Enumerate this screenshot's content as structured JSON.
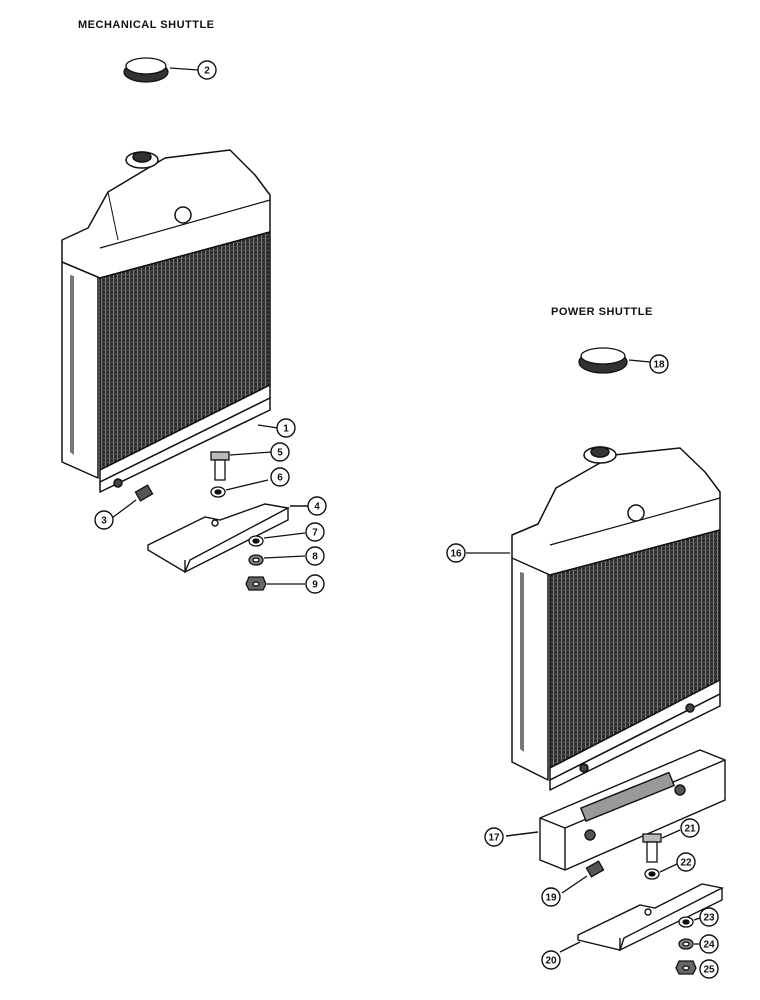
{
  "titles": {
    "mechanical": "MECHANICAL SHUTTLE",
    "power": "POWER SHUTTLE"
  },
  "callouts": [
    "1",
    "2",
    "3",
    "4",
    "5",
    "6",
    "7",
    "8",
    "9",
    "16",
    "17",
    "18",
    "19",
    "20",
    "21",
    "22",
    "23",
    "24",
    "25"
  ]
}
